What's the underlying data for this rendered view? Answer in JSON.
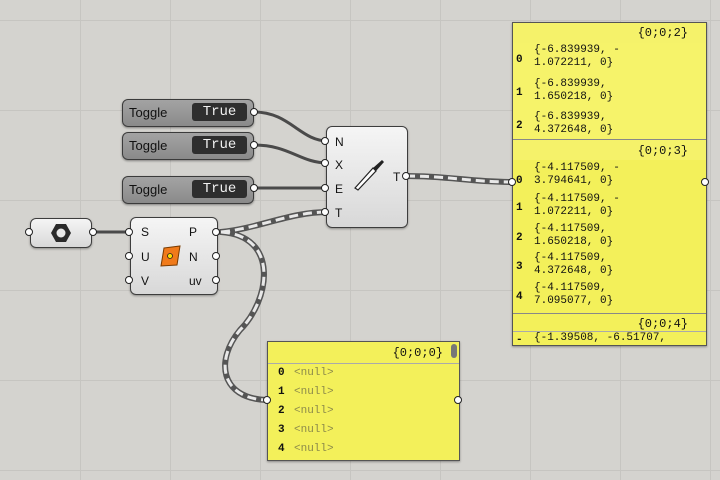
{
  "toggles": [
    {
      "label": "Toggle",
      "value": "True"
    },
    {
      "label": "Toggle",
      "value": "True"
    },
    {
      "label": "Toggle",
      "value": "True"
    }
  ],
  "surface_component": {
    "inputs": [
      "S",
      "U",
      "V"
    ],
    "outputs": [
      "P",
      "N",
      "uv"
    ]
  },
  "shatter_component": {
    "inputs": [
      "N",
      "X",
      "E",
      "T"
    ],
    "output": "T"
  },
  "top_panel": {
    "branches": [
      {
        "path": "{0;0;2}",
        "items": [
          {
            "index": "0",
            "line1": "{-6.839939, -",
            "line2": "1.072211, 0}"
          },
          {
            "index": "1",
            "line1": "{-6.839939,",
            "line2": "1.650218, 0}"
          },
          {
            "index": "2",
            "line1": "{-6.839939,",
            "line2": "4.372648, 0}"
          }
        ]
      },
      {
        "path": "{0;0;3}",
        "items": [
          {
            "index": "0",
            "line1": "{-4.117509, -",
            "line2": "3.794641, 0}"
          },
          {
            "index": "1",
            "line1": "{-4.117509, -",
            "line2": "1.072211, 0}"
          },
          {
            "index": "2",
            "line1": "{-4.117509,",
            "line2": "1.650218, 0}"
          },
          {
            "index": "3",
            "line1": "{-4.117509,",
            "line2": "4.372648, 0}"
          },
          {
            "index": "4",
            "line1": "{-4.117509,",
            "line2": "7.095077, 0}"
          }
        ]
      },
      {
        "path": "{0;0;4}",
        "items": [
          {
            "index": "-",
            "line1": "{-1.39508, -6.51707,",
            "line2": ""
          }
        ]
      }
    ]
  },
  "bottom_panel": {
    "path": "{0;0;0}",
    "items": [
      {
        "index": "0",
        "value": "<null>"
      },
      {
        "index": "1",
        "value": "<null>"
      },
      {
        "index": "2",
        "value": "<null>"
      },
      {
        "index": "3",
        "value": "<null>"
      },
      {
        "index": "4",
        "value": "<null>"
      }
    ]
  },
  "colors": {
    "canvas": "#d4d3cf",
    "panel_yellow": "#f3f05a",
    "wire": "#555555"
  },
  "icons": {
    "hex_param": "hexagon-param-icon",
    "surface": "surface-patch-icon",
    "shatter": "knife-shatter-icon"
  }
}
